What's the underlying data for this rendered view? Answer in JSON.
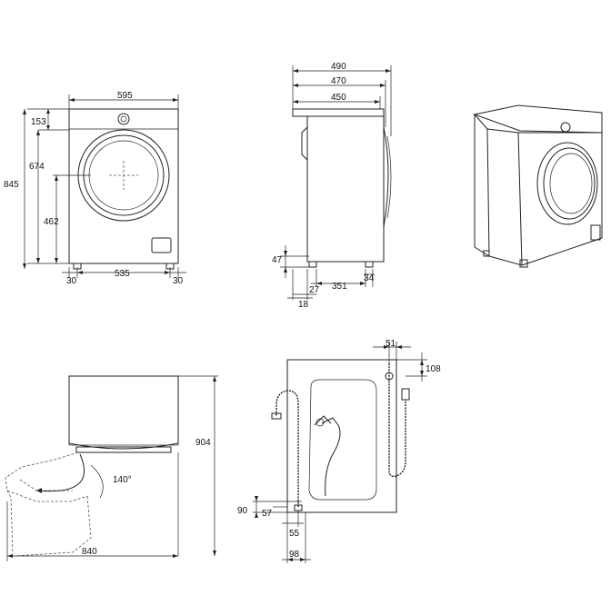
{
  "dimensions": {
    "front_width": "595",
    "top_to_center": "153",
    "door_top": "674",
    "total_height": "845",
    "door_center_height": "462",
    "left_foot": "30",
    "feet_span": "535",
    "right_foot": "30",
    "depth_total": "490",
    "depth_with_door": "470",
    "depth_body": "450",
    "foot_height": "47",
    "foot_offset_a": "27",
    "foot_span_side": "351",
    "foot_offset_b": "34",
    "foot_offset_c": "18",
    "door_clearance": "904",
    "door_angle": "140°",
    "door_open_depth": "840",
    "hose_offset_x": "51",
    "hose_offset_y": "108",
    "inlet_height": "90",
    "inlet_offset": "57",
    "inlet_x": "55",
    "inlet_x2": "98"
  }
}
